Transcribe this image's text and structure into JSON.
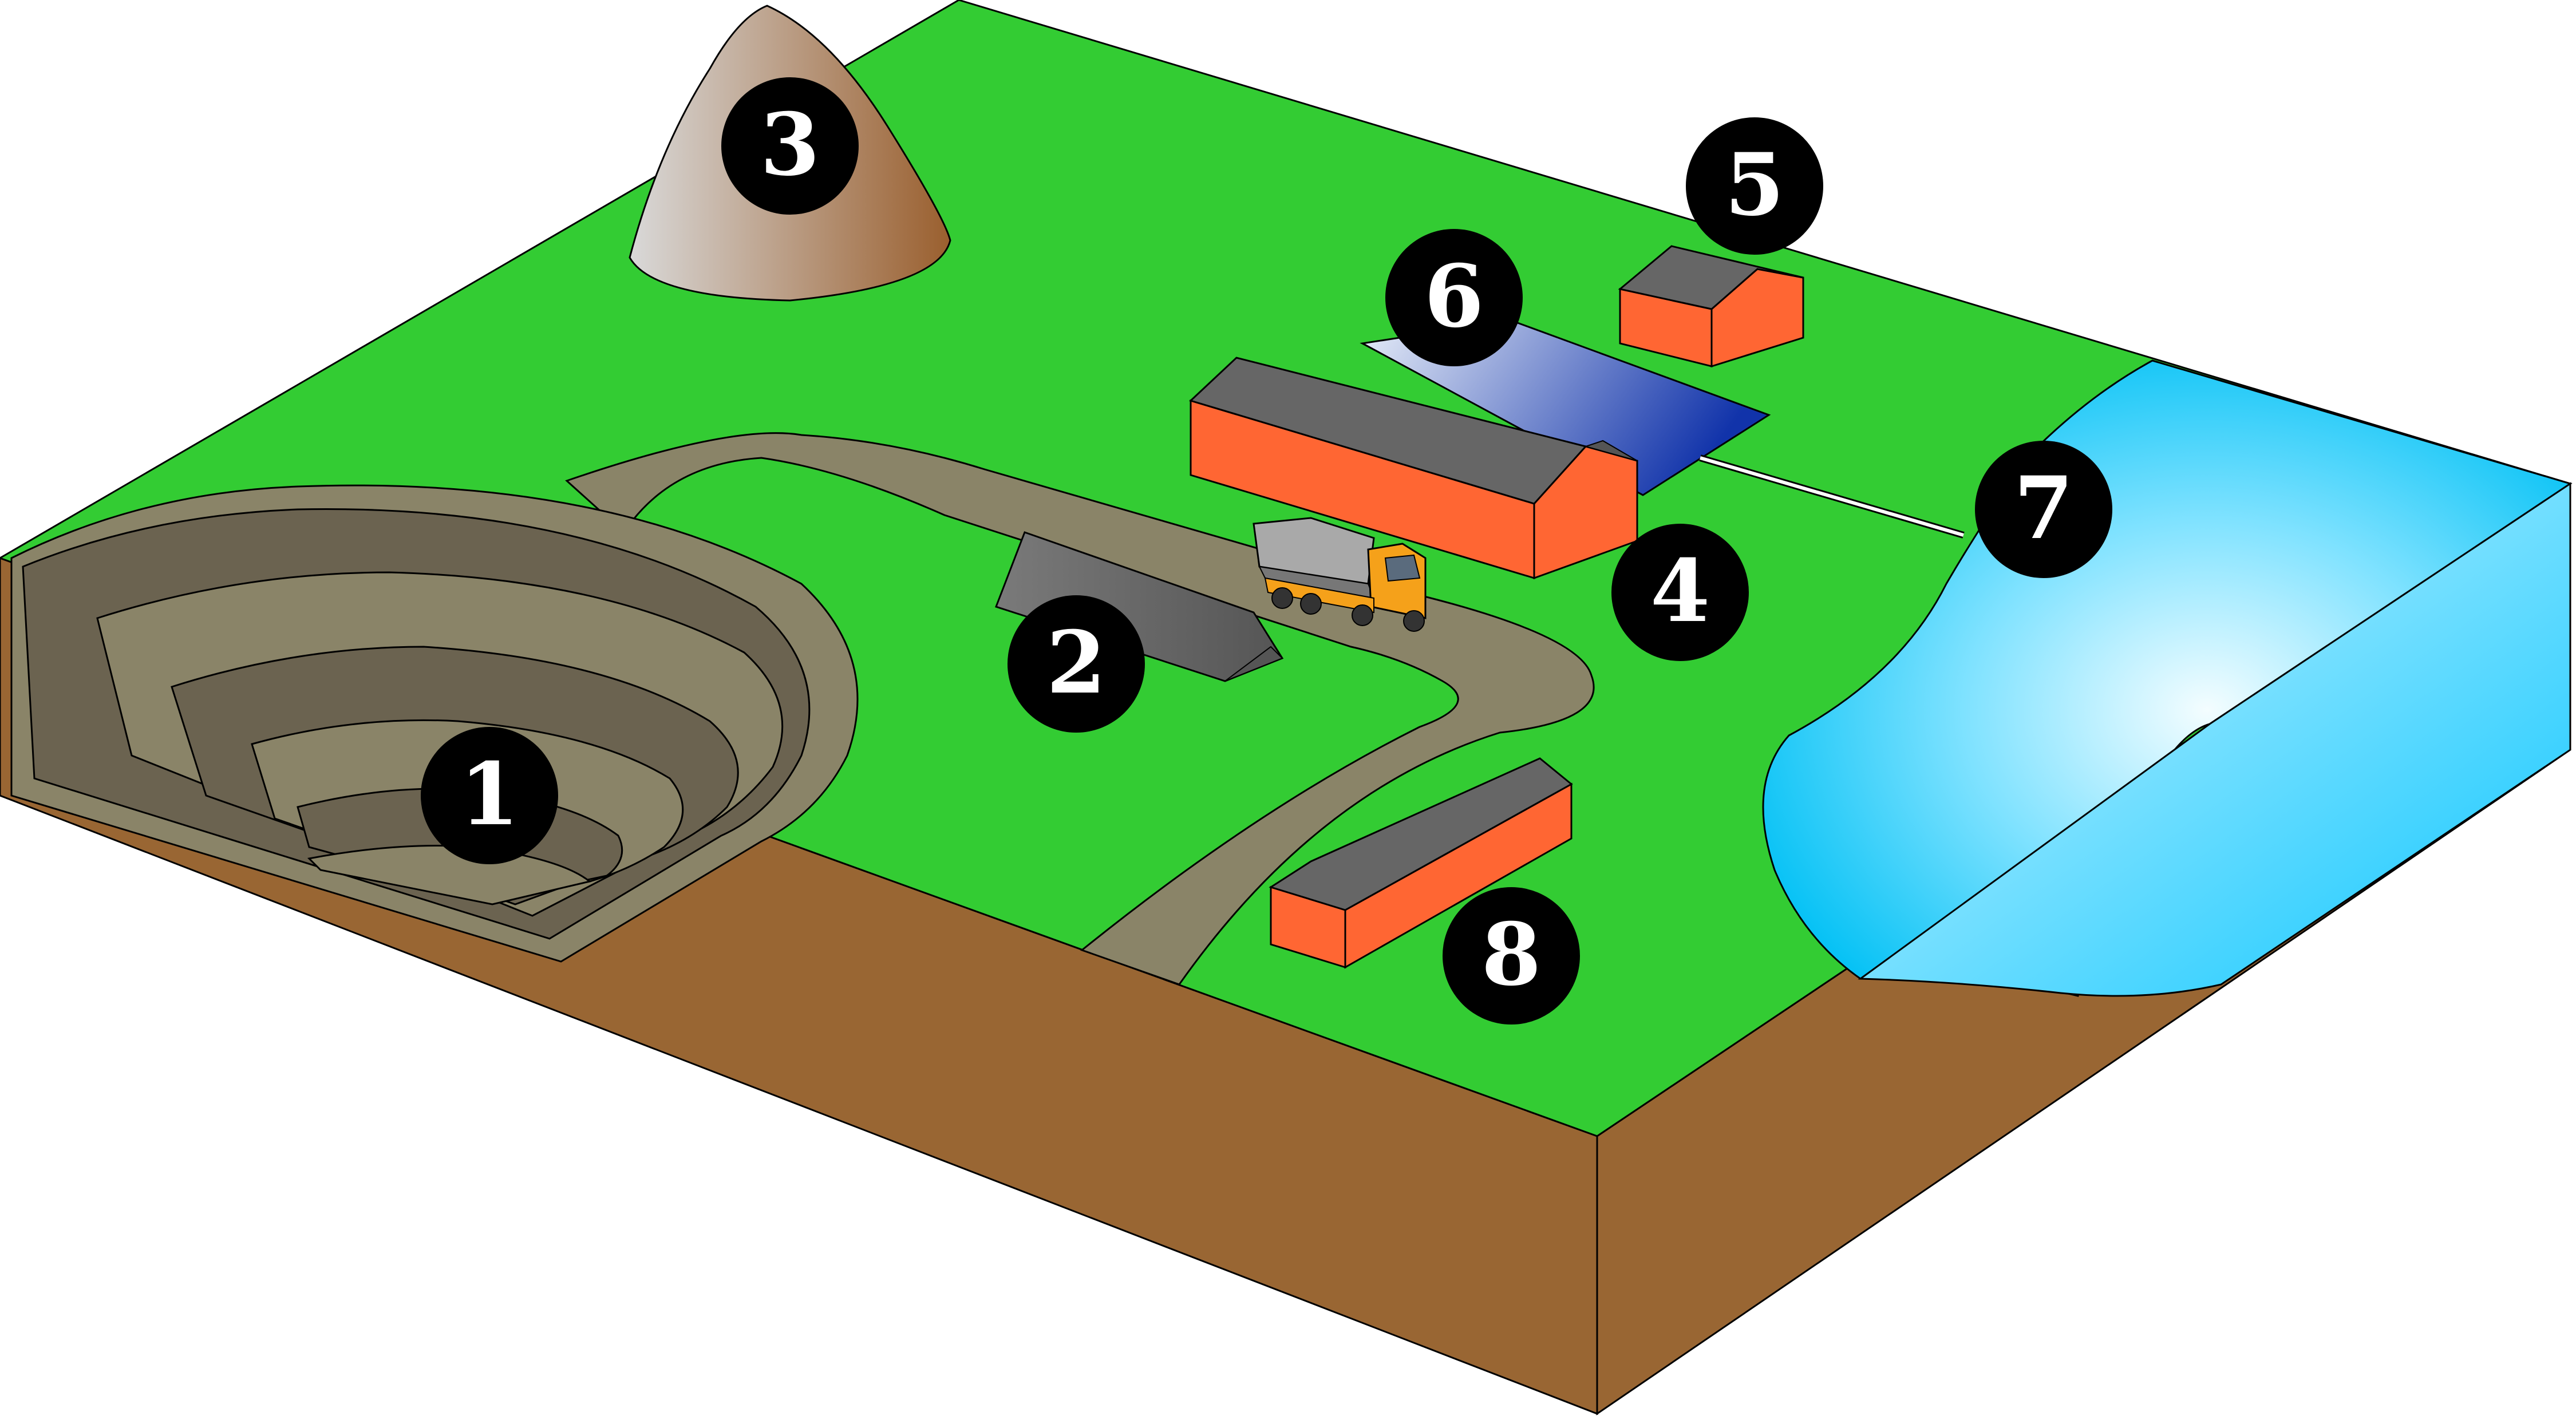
{
  "labels": {
    "open_pit": "1",
    "stockpile": "2",
    "waste_dump": "3",
    "processing_plant": "4",
    "office_building": "5",
    "tailings_pond": "6",
    "water_pipeline": "7",
    "workshop": "8"
  },
  "colors": {
    "grass": "#33cc33",
    "soil": "#996633",
    "road": "#8a8468",
    "pit_dark": "#6b6350",
    "building_wall": "#ff6633",
    "roof": "#666666",
    "water": "#1ecbff",
    "badge": "#000000"
  }
}
